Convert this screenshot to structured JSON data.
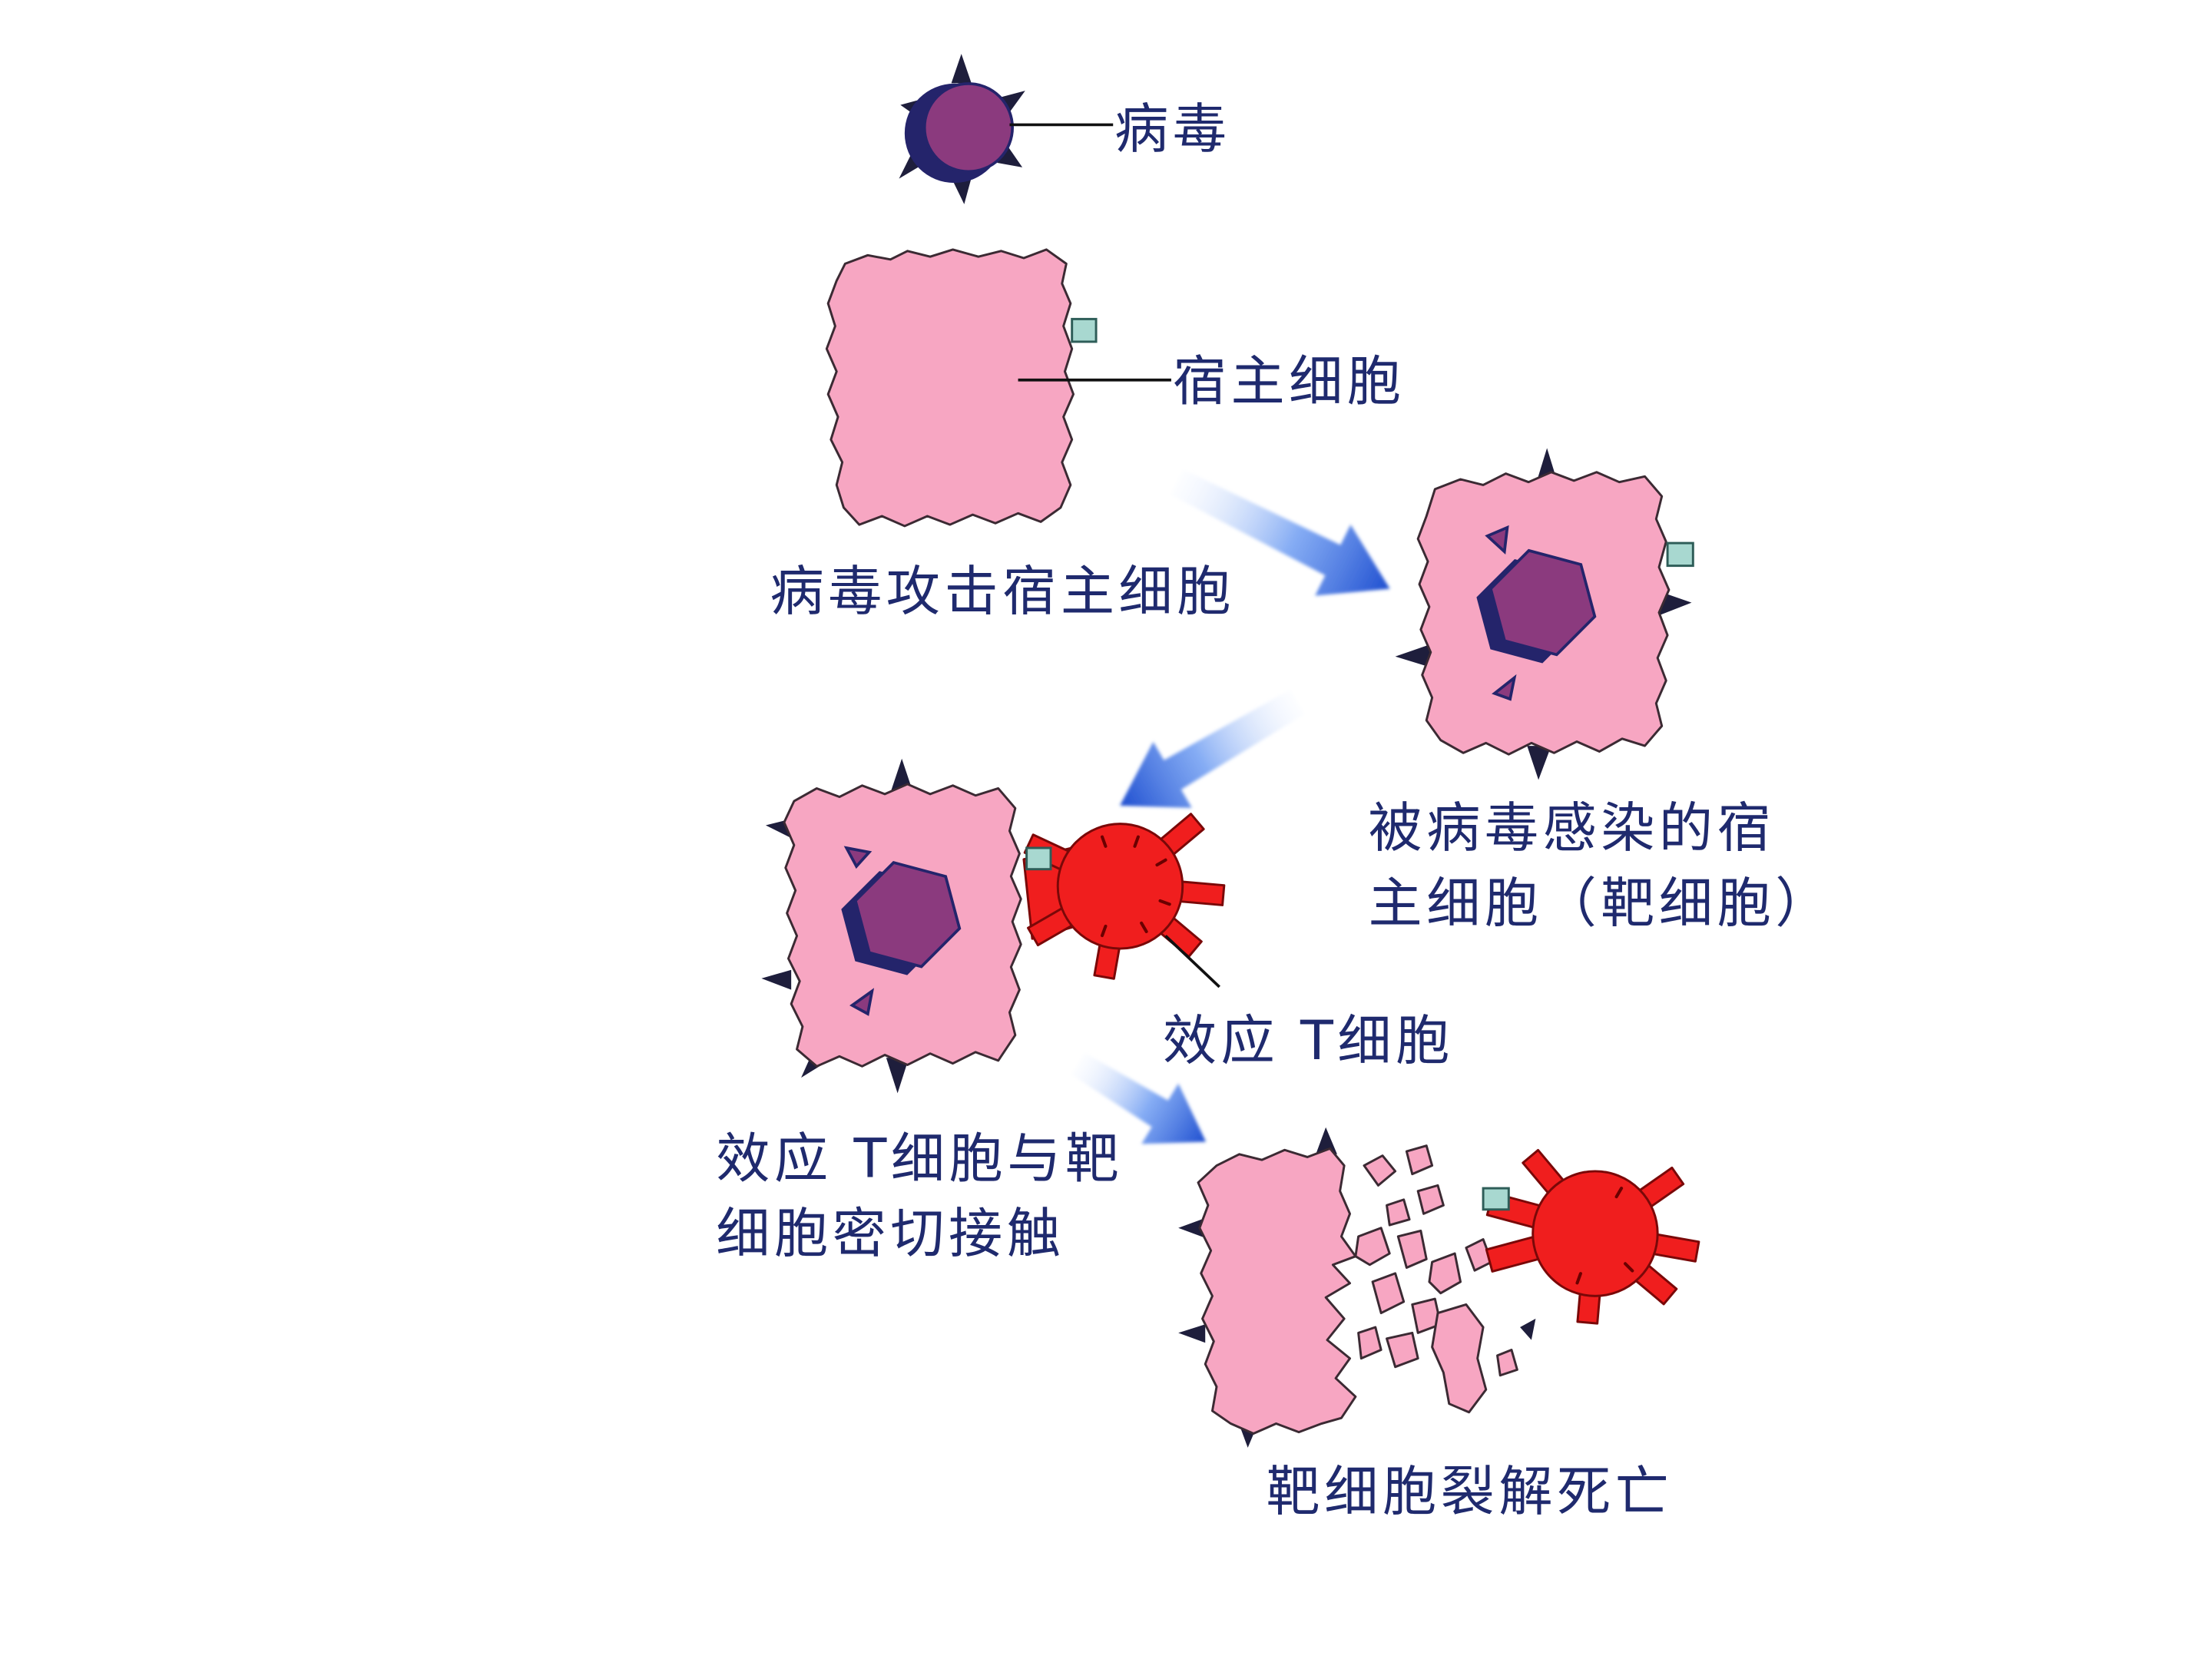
{
  "diagram": {
    "virus_label": "病毒",
    "host_cell_label": "宿主细胞",
    "step_attack": "病毒攻击宿主细胞",
    "infected_cell_label": [
      "被病毒感染的宿",
      "主细胞（靶细胞）"
    ],
    "effector_t_cell_label": "效应 T细胞",
    "contact_label": [
      "效应 T细胞与靶",
      "细胞密切接触"
    ],
    "lysis_label": "靶细胞裂解死亡"
  },
  "colors": {
    "cell_pink": "#F7A6C2",
    "virus_purple": "#8B3A7E",
    "virus_shadow_navy": "#24246B",
    "t_cell_red": "#F01E1E",
    "receptor_teal": "#A8D8D0",
    "arrow_blue": "#1F4FD0",
    "label_text": "#1F2A6E",
    "spike_dark": "#1E1E3C"
  }
}
